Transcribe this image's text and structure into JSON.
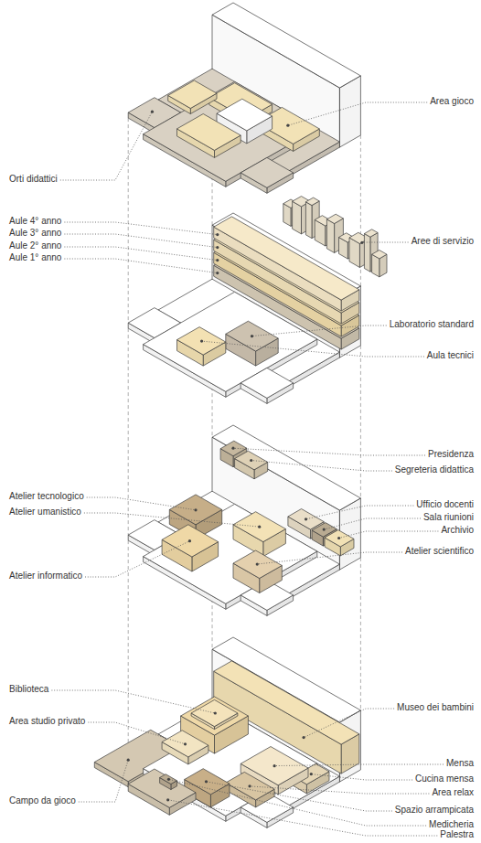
{
  "diagram": {
    "labels": [
      "Area gioco",
      "Orti didattici",
      "Aule 4° anno",
      "Aule 3° anno",
      "Aree di servizio",
      "Aule 2° anno",
      "Aule 1° anno",
      "Laboratorio standard",
      "Aula tecnici",
      "Presidenza",
      "Segreteria didattica",
      "Atelier tecnologico",
      "Ufficio docenti",
      "Atelier umanistico",
      "Sala riunioni",
      "Archivio",
      "Atelier scientifico",
      "Atelier informatico",
      "Biblioteca",
      "Museo dei bambini",
      "Area studio privato",
      "Mensa",
      "Cucina mensa",
      "Area relax",
      "Campo da gioco",
      "Spazio arrampicata",
      "Medicheria",
      "Palestra"
    ]
  }
}
